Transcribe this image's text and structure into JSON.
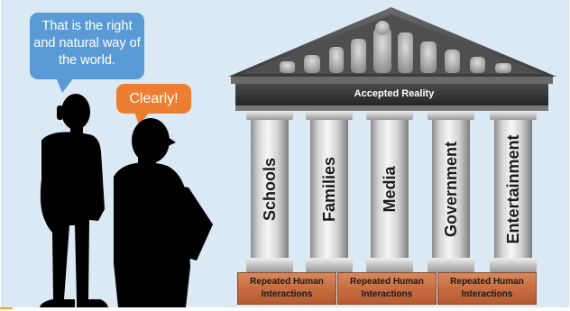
{
  "speech": {
    "blue_line1": "That is the right",
    "blue_line2": "and natural way of",
    "blue_line3": "the world.",
    "orange": "Clearly!"
  },
  "temple": {
    "roof_label": "Accepted Reality",
    "pillars": [
      "Schools",
      "Families",
      "Media",
      "Government",
      "Entertainment"
    ],
    "base_line1": "Repeated Human",
    "base_line2": "Interactions"
  },
  "colors": {
    "background": "#dbe9f4",
    "blue_bubble": "#5b9bd5",
    "orange_bubble": "#ed7d31",
    "base_brick": "#c66a3f",
    "silhouette": "#000000"
  }
}
